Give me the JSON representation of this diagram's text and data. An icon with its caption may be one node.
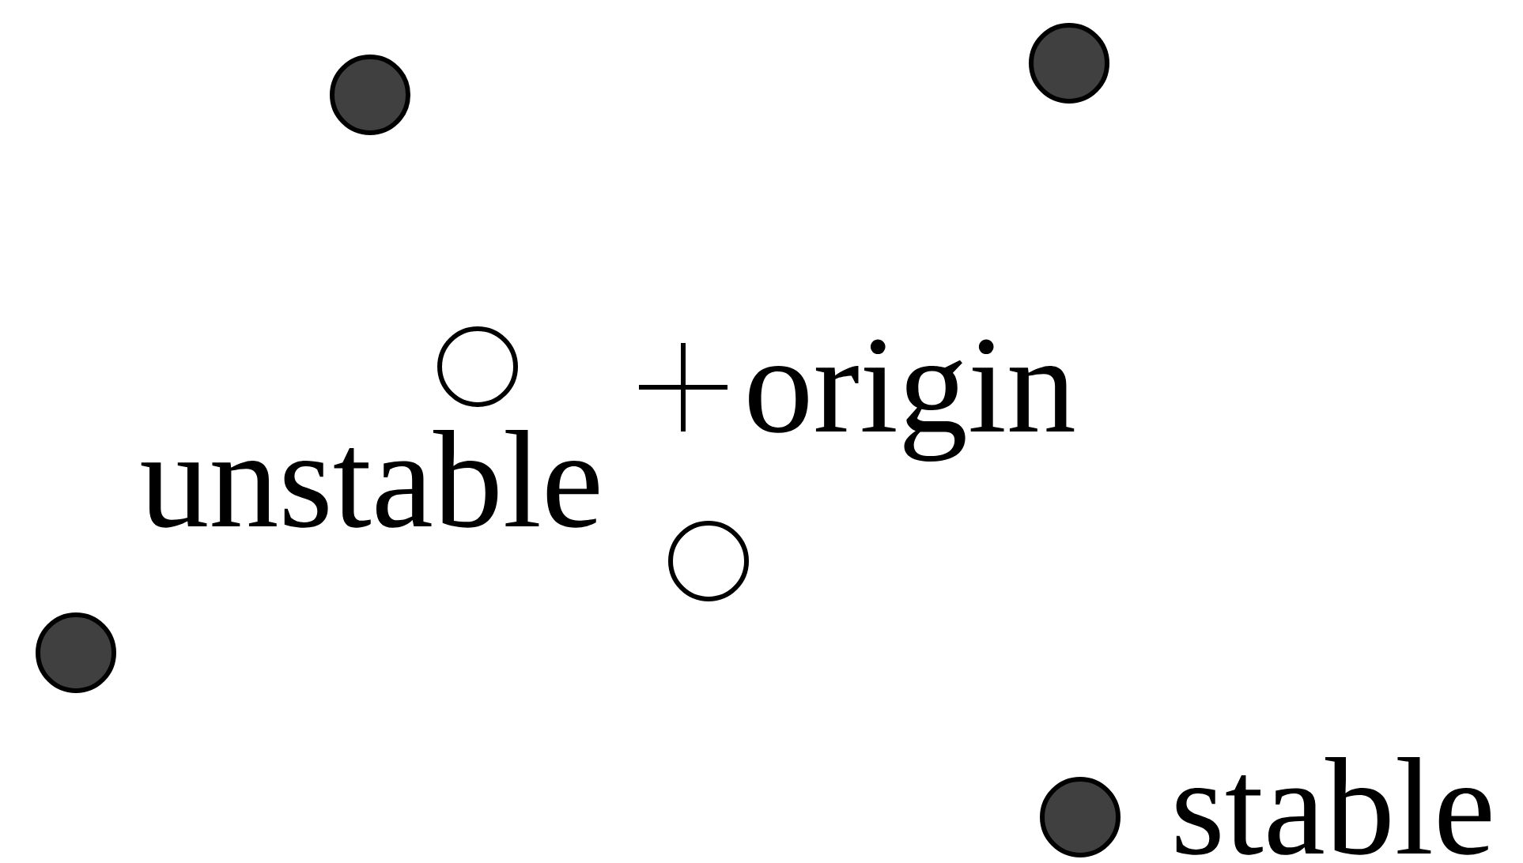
{
  "diagram": {
    "nodes": [
      {
        "text": [],
        "shape": "dot"
      },
      {
        "text": [],
        "shape": "dot"
      },
      {
        "text": [],
        "shape": "circle"
      },
      {
        "text": [],
        "shape": "circle"
      },
      {
        "text": [],
        "shape": "dot"
      },
      {
        "text": [],
        "shape": "dot",
        "beside": [
          "stable"
        ]
      }
    ],
    "labels": [
      "origin",
      "unstable"
    ]
  }
}
